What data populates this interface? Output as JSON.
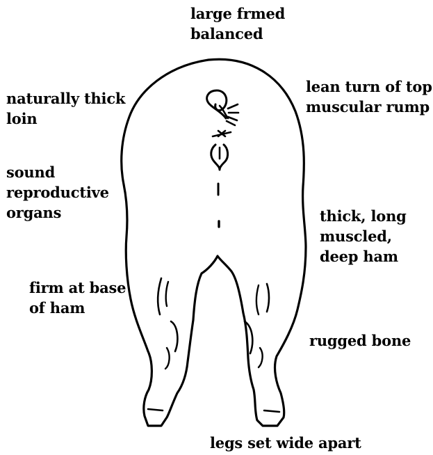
{
  "labels": {
    "top": [
      "large frmed",
      "balanced"
    ],
    "loin": [
      "naturally thick",
      "loin"
    ],
    "rump": [
      "lean turn of top",
      "muscular rump"
    ],
    "repro": [
      "sound",
      "reproductive",
      "organs"
    ],
    "ham": [
      "thick, long",
      "muscled,",
      "deep ham"
    ],
    "base": [
      "firm at base",
      "of ham"
    ],
    "bone": [
      "rugged bone"
    ],
    "legs": [
      "legs set wide apart"
    ]
  },
  "colors": {
    "ink": "#000000",
    "background": "#ffffff"
  }
}
